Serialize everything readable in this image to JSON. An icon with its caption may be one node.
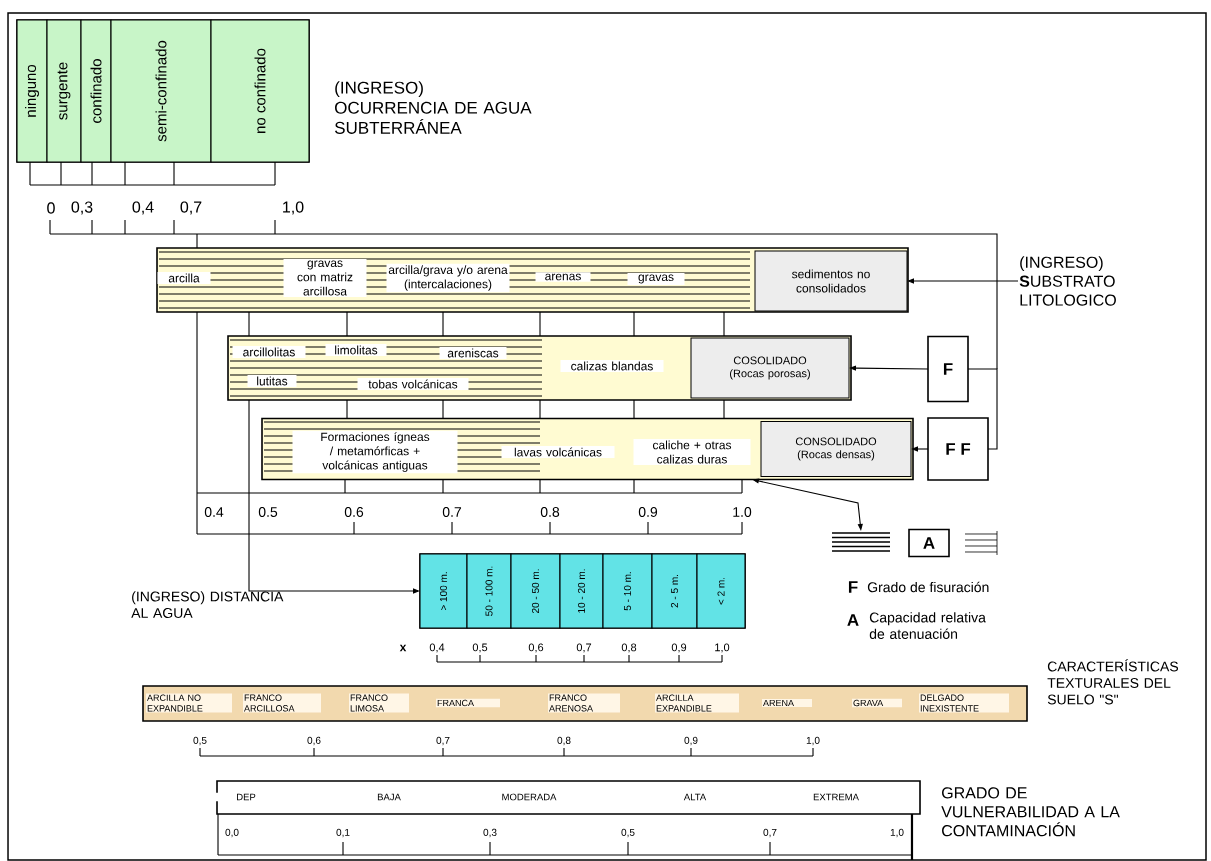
{
  "diagram": {
    "nodes": [
      {
        "text": [],
        "shape": "box"
      },
      {
        "text": [
          "ninguno"
        ],
        "in": 0
      },
      {
        "text": [
          "surgente"
        ],
        "in": 0
      },
      {
        "text": [
          "confinado"
        ],
        "in": 0
      },
      {
        "text": [
          "semi-confinado"
        ],
        "in": 0
      },
      {
        "text": [
          "no confinado"
        ],
        "in": 0
      },
      {
        "text": [
          "(INGRESO) **S**UBSTRATO LITOLOGICO"
        ]
      },
      {
        "text": [],
        "shape": "box"
      },
      {
        "text": [
          "arcilla"
        ],
        "in": 7
      },
      {
        "text": [
          "gravas con matriz arcillosa"
        ],
        "in": 7
      },
      {
        "text": [
          "arcilla/grava y/o arena (intercalaciones)"
        ],
        "in": 7
      },
      {
        "text": [
          "arenas"
        ],
        "in": 7
      },
      {
        "text": [
          "gravas"
        ],
        "in": 7
      },
      {
        "text": [
          "sedimentos no consolidados"
        ],
        "in": 7
      },
      {
        "text": [],
        "shape": "box"
      },
      {
        "text": [
          "arcillolitas"
        ],
        "in": 14
      },
      {
        "text": [
          "limolitas"
        ],
        "in": 14
      },
      {
        "text": [
          "areniscas"
        ],
        "in": 14
      },
      {
        "text": [
          "lutitas"
        ],
        "in": 14
      },
      {
        "text": [
          "tobas volcánicas"
        ],
        "in": 14
      },
      {
        "text": [
          "calizas blandas"
        ],
        "in": 14
      },
      {
        "text": [
          "COSOLIDADO (Rocas porosas)"
        ],
        "in": 14
      },
      {
        "text": [],
        "shape": "box"
      },
      {
        "text": [
          "Formaciones ígneas / metamórficas + volcánicas antiguas"
        ],
        "in": 22
      },
      {
        "text": [
          "lavas volcánicas"
        ],
        "in": 22
      },
      {
        "text": [
          "caliche + otras calizas duras"
        ],
        "in": 22
      },
      {
        "text": [
          "CONSOLIDADO (Rocas densas)"
        ],
        "in": 22
      },
      {
        "text": [
          "F"
        ]
      },
      {
        "text": [
          "F F"
        ]
      },
      {
        "text": [],
        "shape": "picture"
      },
      {
        "text": [
          "A"
        ]
      },
      {
        "text": [],
        "shape": "picture"
      },
      {
        "text": [],
        "shape": "box"
      },
      {
        "text": [
          "> 100 m."
        ],
        "in": 32
      },
      {
        "text": [
          "50 - 100 m."
        ],
        "in": 32
      },
      {
        "text": [
          "20 - 50 m."
        ],
        "in": 32
      },
      {
        "text": [
          "10 - 20 m."
        ],
        "in": 32
      },
      {
        "text": [
          "5 - 10 m."
        ],
        "in": 32
      },
      {
        "text": [
          "2 - 5 m."
        ],
        "in": 32
      },
      {
        "text": [
          "< 2 m."
        ],
        "in": 32
      },
      {
        "text": [],
        "shape": "box"
      },
      {
        "text": [
          "ARCILLA NO EXPANDIBLE"
        ],
        "in": 40
      },
      {
        "text": [
          "FRANCO ARCILLOSA"
        ],
        "in": 40
      },
      {
        "text": [
          "FRANCO LIMOSA"
        ],
        "in": 40
      },
      {
        "text": [
          "FRANCA"
        ],
        "in": 40
      },
      {
        "text": [
          "FRANCO ARENOSA"
        ],
        "in": 40
      },
      {
        "text": [
          "ARCILLA EXPANDIBLE"
        ],
        "in": 40
      },
      {
        "text": [
          "ARENA"
        ],
        "in": 40
      },
      {
        "text": [
          "GRAVA"
        ],
        "in": 40
      },
      {
        "text": [
          "DELGADO INEXISTENTE"
        ],
        "in": 40
      },
      {
        "text": [],
        "shape": "box"
      },
      {
        "text": [
          "DEP"
        ],
        "in": 50
      },
      {
        "text": [
          "BAJA"
        ],
        "in": 50
      },
      {
        "text": [
          "MODERADA"
        ],
        "in": 50
      },
      {
        "text": [
          "ALTA"
        ],
        "in": 50
      },
      {
        "text": [
          "EXTREMA"
        ],
        "in": 50
      }
    ],
    "edges": [
      {
        "from": 6,
        "to": 13,
        "arrow": "to"
      },
      {
        "from": 27,
        "to": 21,
        "arrow": "to"
      },
      {
        "from": 28,
        "to": 26,
        "arrow": "to"
      },
      {
        "from": null,
        "to": 32,
        "arrow": "to"
      },
      {
        "from": 22,
        "to": 29,
        "arrow": "both"
      },
      {
        "from": 27,
        "to": 28,
        "arrow": "none"
      }
    ],
    "labels": [
      "(INGRESO) OCURRENCIA DE AGUA SUBTERRÁNEA",
      "0",
      "0,3",
      "0,4",
      "0,7",
      "1,0",
      "0.4",
      "0.5",
      "0.6",
      "0.7",
      "0.8",
      "0.9",
      "1.0",
      "(INGRESO) DISTANCIA AL AGUA",
      "F",
      "Grado de fisuración",
      "A",
      "Capacidad relativa de atenuación",
      "x",
      "0,4",
      "0,5",
      "0,6",
      "0,7",
      "0,8",
      "0,9",
      "1,0",
      "CARACTERÍSTICAS TEXTURALES DEL SUELO \"S\"",
      "0,5",
      "0,6",
      "0,7",
      "0,8",
      "0,9",
      "1,0",
      "GRADO DE VULNERABILIDAD A LA CONTAMINACIÓN",
      "0,0",
      "0,1",
      "0,3",
      "0,5",
      "0,7",
      "1,0"
    ]
  }
}
